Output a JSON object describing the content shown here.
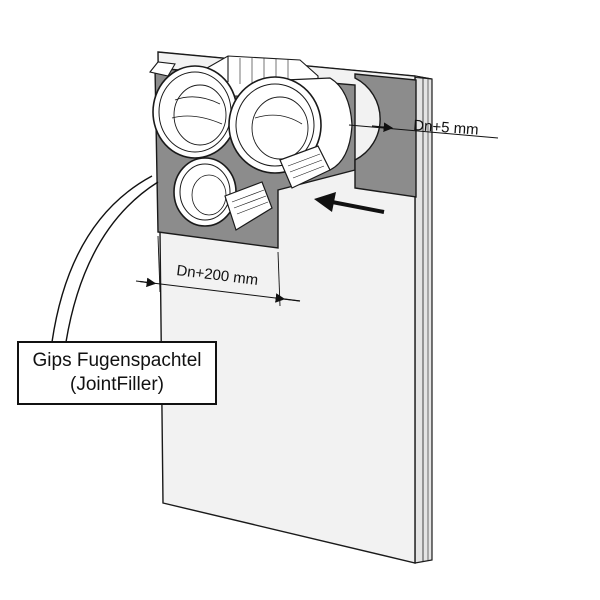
{
  "dimensions": {
    "small_gap": "Dn+5 mm",
    "large_gap": "Dn+200 mm"
  },
  "callout": {
    "line1": "Gips Fugenspachtel",
    "line2": "(JointFiller)"
  },
  "colors": {
    "board_fill": "#f2f2f2",
    "filler_fill": "#8c8c8c",
    "outline": "#1a1a1a"
  },
  "icons": {
    "direction_arrow": "arrow-left-icon"
  }
}
